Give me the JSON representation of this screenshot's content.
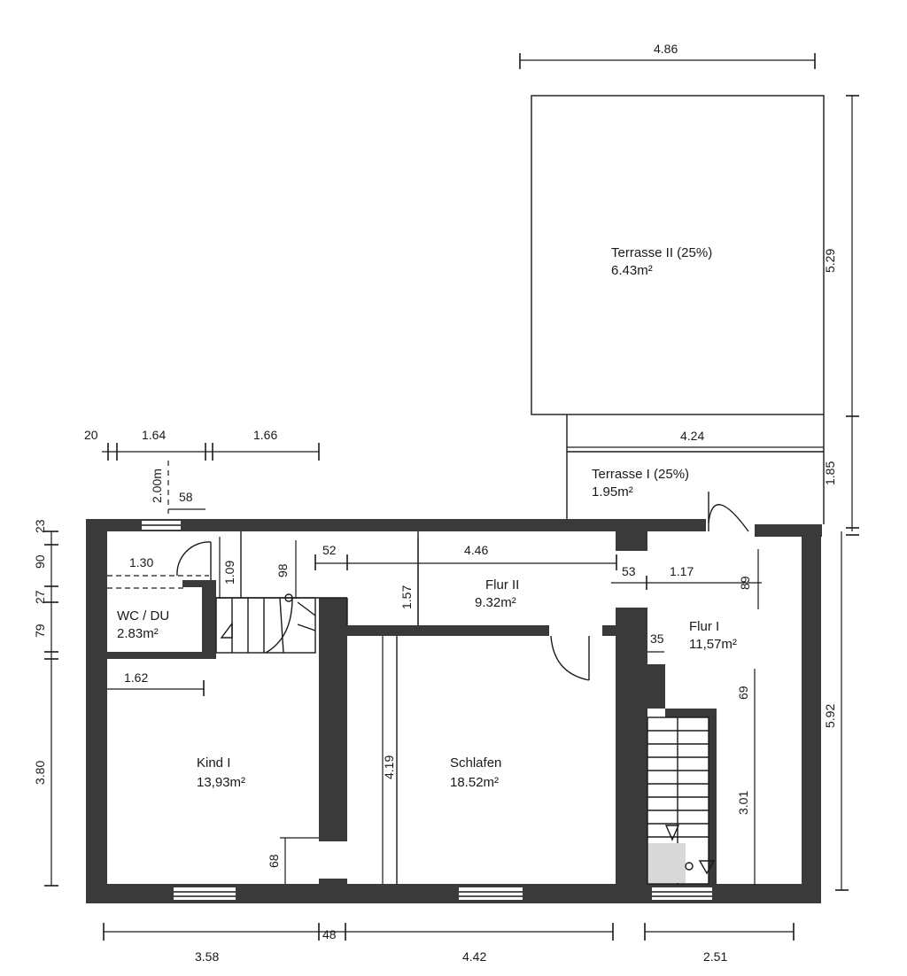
{
  "rooms": {
    "terrasse2": {
      "name": "Terrasse II (25%)",
      "area": "6.43m²"
    },
    "terrasse1": {
      "name": "Terrasse I (25%)",
      "area": "1.95m²"
    },
    "flur2": {
      "name": "Flur II",
      "area": "9.32m²"
    },
    "flur1": {
      "name": "Flur I",
      "area": "11,57m²"
    },
    "wc": {
      "name": "WC / DU",
      "area": "2.83m²"
    },
    "kind": {
      "name": "Kind I",
      "area": "13,93m²"
    },
    "schlafen": {
      "name": "Schlafen",
      "area": "18.52m²"
    }
  },
  "dimensions": {
    "top_terrace_width": "4.86",
    "terrace2_height": "5.29",
    "terrace1_width": "4.24",
    "terrace1_height": "1.85",
    "top_20": "20",
    "top_164": "1.64",
    "top_166": "1.66",
    "stair_200": "2.00m",
    "d58": "58",
    "left_23": "23",
    "left_90": "90",
    "left_27": "27",
    "left_79": "79",
    "left_380": "3.80",
    "wc_130": "1.30",
    "wc_109": "1.09",
    "d98": "98",
    "d52": "52",
    "flur2_446": "4.46",
    "flur2_157": "1.57",
    "d53": "53",
    "d117": "1.17",
    "d89": "89",
    "d35": "35",
    "d69": "69",
    "right_592": "5.92",
    "flur1_301": "3.01",
    "kind_162": "1.62",
    "schlafen_419": "4.19",
    "d68": "68",
    "bottom_358": "3.58",
    "bottom_48": "48",
    "bottom_442": "4.42",
    "bottom_251": "2.51"
  },
  "colors": {
    "wall": "#3a3a3a",
    "line": "#1a1a1a",
    "background": "#ffffff"
  }
}
